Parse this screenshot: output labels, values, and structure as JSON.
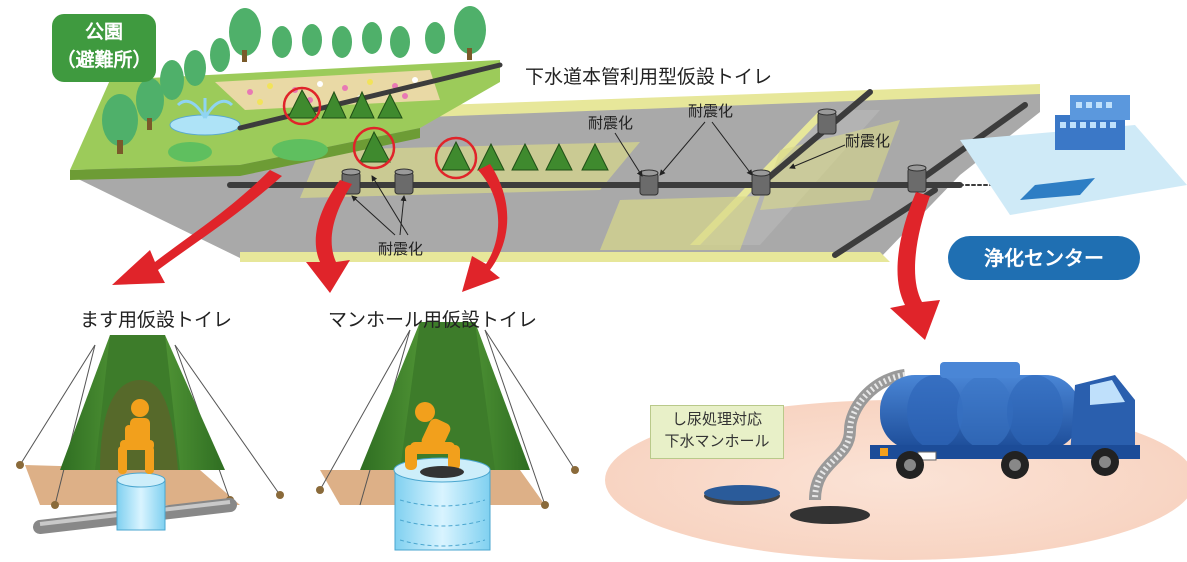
{
  "park_label_line1": "公園",
  "park_label_line2": "（避難所）",
  "main_pipe_toilet_label": "下水道本管利用型仮設トイレ",
  "seismic_labels": [
    "耐震化",
    "耐震化",
    "耐震化",
    "耐震化"
  ],
  "treatment_center_label": "浄化センター",
  "masu_toilet_label": "ます用仮設トイレ",
  "manhole_toilet_label": "マンホール用仮設トイレ",
  "manhole_note_line1": "し尿処理対応",
  "manhole_note_line2": "下水マンホール",
  "colors": {
    "park_green": "#9ccb5a",
    "road_gray": "#a9a9a9",
    "road_edge_yellow": "#e7e79a",
    "tent_green": "#3f8a2e",
    "arrow_red": "#e0242a",
    "water_blue": "#aee3f7",
    "truck_blue": "#2358a8",
    "label_blue": "#1f6fb2",
    "figure_orange": "#f2a01c"
  }
}
